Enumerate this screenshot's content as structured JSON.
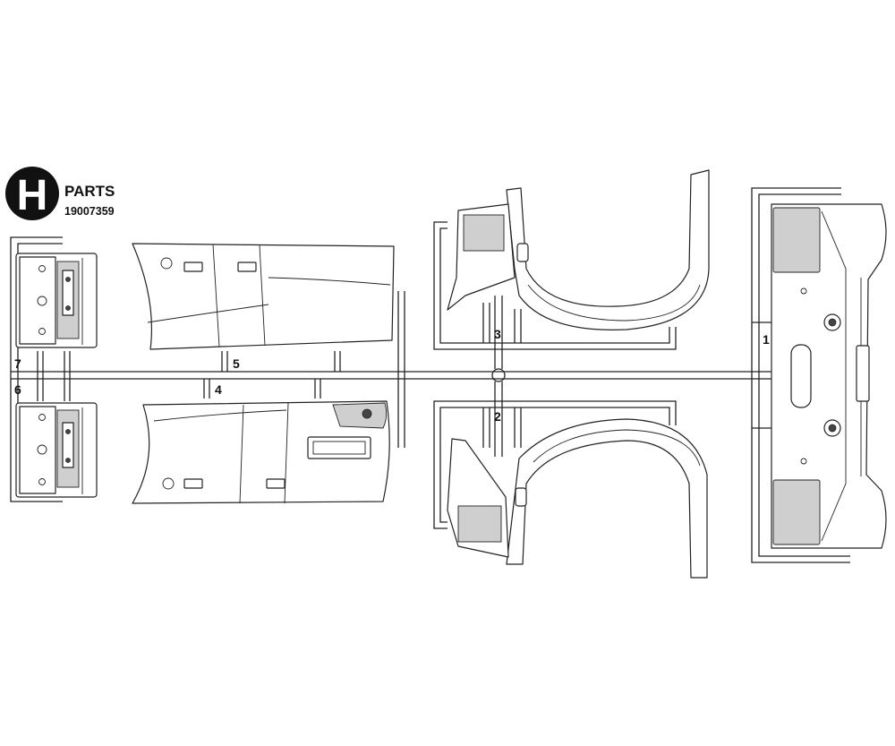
{
  "header": {
    "letter": "H",
    "title": "PARTS",
    "code": "19007359"
  },
  "parts": [
    {
      "id": "part-1",
      "number": "1"
    },
    {
      "id": "part-2",
      "number": "2"
    },
    {
      "id": "part-3",
      "number": "3"
    },
    {
      "id": "part-4",
      "number": "4"
    },
    {
      "id": "part-5",
      "number": "5"
    },
    {
      "id": "part-6",
      "number": "6"
    },
    {
      "id": "part-7",
      "number": "7"
    }
  ],
  "colors": {
    "line": "#222222",
    "background": "#ffffff"
  }
}
